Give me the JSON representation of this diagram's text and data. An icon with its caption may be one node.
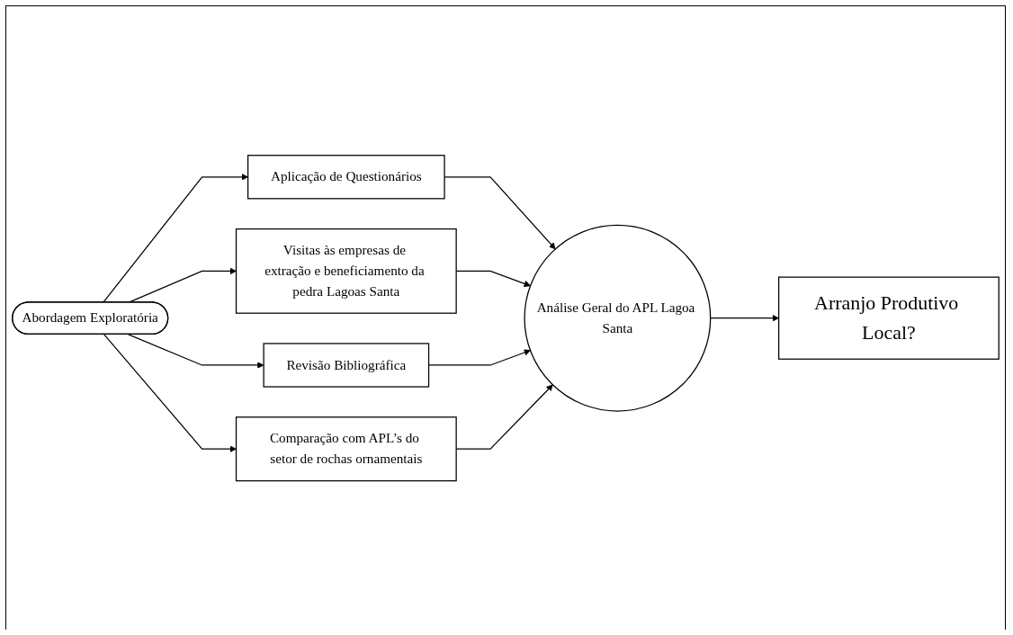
{
  "diagram": {
    "nodes": [
      {
        "text": [
          "Abordagem Exploratória"
        ]
      },
      {
        "text": [
          "Aplicação de Questionários"
        ]
      },
      {
        "text": [
          "Visitas às empresas de extração e beneficiamento da pedra Lagoas Santa"
        ]
      },
      {
        "text": [
          "Revisão Bibliográfica"
        ]
      },
      {
        "text": [
          "Comparação com APL’s do setor de rochas ornamentais"
        ]
      },
      {
        "text": [
          "Análise Geral do APL Lagoa Santa"
        ]
      },
      {
        "text": [
          "Arranjo Produtivo Local?"
        ]
      }
    ],
    "edges": [
      {
        "from": 0,
        "to": 1,
        "arrow": "to"
      },
      {
        "from": 0,
        "to": 2,
        "arrow": "to"
      },
      {
        "from": 0,
        "to": 3,
        "arrow": "to"
      },
      {
        "from": 0,
        "to": 4,
        "arrow": "to"
      },
      {
        "from": 1,
        "to": 5,
        "arrow": "to"
      },
      {
        "from": 2,
        "to": 5,
        "arrow": "to"
      },
      {
        "from": 3,
        "to": 5,
        "arrow": "to"
      },
      {
        "from": 4,
        "to": 5,
        "arrow": "to"
      },
      {
        "from": 5,
        "to": 6,
        "arrow": "to"
      }
    ]
  }
}
